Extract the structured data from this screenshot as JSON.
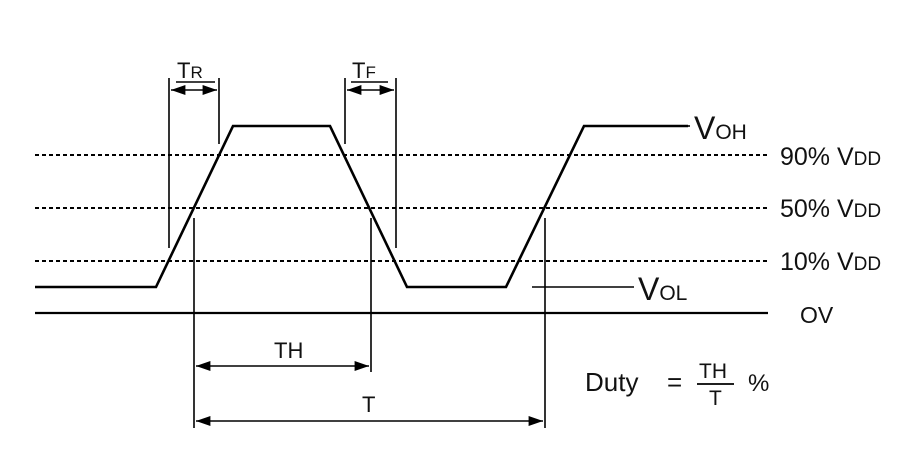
{
  "labels": {
    "tr": {
      "main": "T",
      "sub": "R"
    },
    "tf": {
      "main": "T",
      "sub": "F"
    },
    "voh": {
      "main": "V",
      "sub": "OH"
    },
    "vol": {
      "main": "V",
      "sub": "OL"
    },
    "level90": {
      "prefix": "90% ",
      "main": "V",
      "sub": "DD"
    },
    "level50": {
      "prefix": "50% ",
      "main": "V",
      "sub": "DD"
    },
    "level10": {
      "prefix": "10% ",
      "main": "V",
      "sub": "DD"
    },
    "zero": "OV",
    "th": "TH",
    "t": "T",
    "duty": {
      "text": "Duty",
      "equals": "=",
      "numerator": "TH",
      "denominator": "T",
      "unit": "%"
    }
  }
}
